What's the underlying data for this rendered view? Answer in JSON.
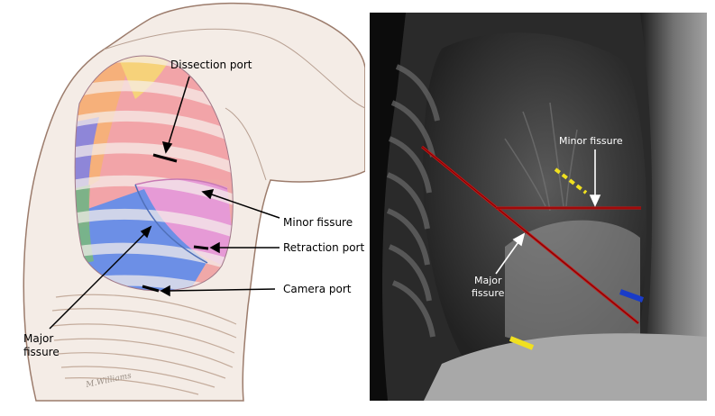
{
  "illustration": {
    "labels": {
      "dissection_port": "Dissection port",
      "minor_fissure": "Minor fissure",
      "retraction_port": "Retraction port",
      "camera_port": "Camera port",
      "major_fissure_line1": "Major",
      "major_fissure_line2": "fissure"
    },
    "signature": "M.Williams"
  },
  "radiograph": {
    "labels": {
      "minor_fissure": "Minor fissure",
      "major_fissure_line1": "Major",
      "major_fissure_line2": "fissure"
    },
    "colors": {
      "fissure_line": "#c81414",
      "marker_yellow": "#f0e020",
      "marker_blue": "#1a3cc8"
    }
  }
}
